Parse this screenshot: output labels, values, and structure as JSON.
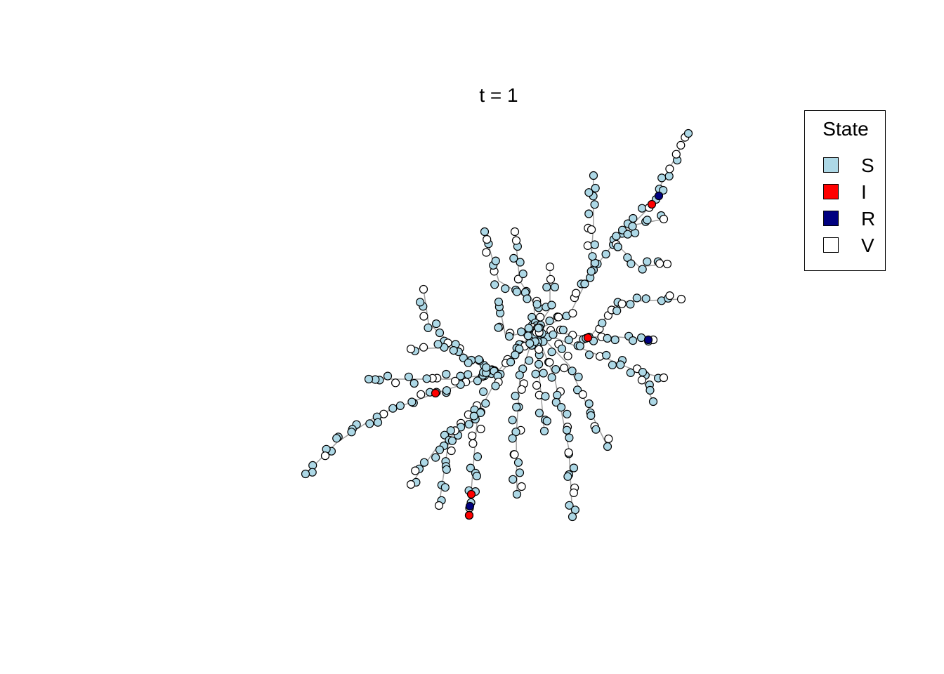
{
  "title": "t = 1",
  "legend": {
    "title": "State",
    "items": [
      {
        "label": "S",
        "color": "#add8e6"
      },
      {
        "label": "I",
        "color": "#ff0000"
      },
      {
        "label": "R",
        "color": "#000080"
      },
      {
        "label": "V",
        "color": "#ffffff"
      }
    ]
  },
  "colors": {
    "edge": "#a0a0a0",
    "node_border": "#000000"
  }
}
